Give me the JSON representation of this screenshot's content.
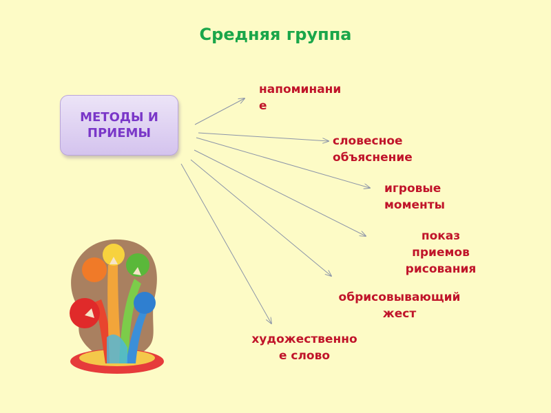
{
  "title": "Средняя группа",
  "root": {
    "label": "МЕТОДЫ И ПРИЕМЫ"
  },
  "items": [
    {
      "label": "напоминание"
    },
    {
      "label": "словесное объяснение"
    },
    {
      "label": "игровые моменты"
    },
    {
      "label": "показ приемов рисования"
    },
    {
      "label": "обрисовывающий жест"
    },
    {
      "label": "художественное слово"
    }
  ],
  "colors": {
    "title": "#1aa64a",
    "root_text": "#7a37c8",
    "item_text": "#c0142a",
    "background": "#fdfbc6"
  },
  "illustration": {
    "icon": "rainbow-pencil-tree-icon"
  }
}
